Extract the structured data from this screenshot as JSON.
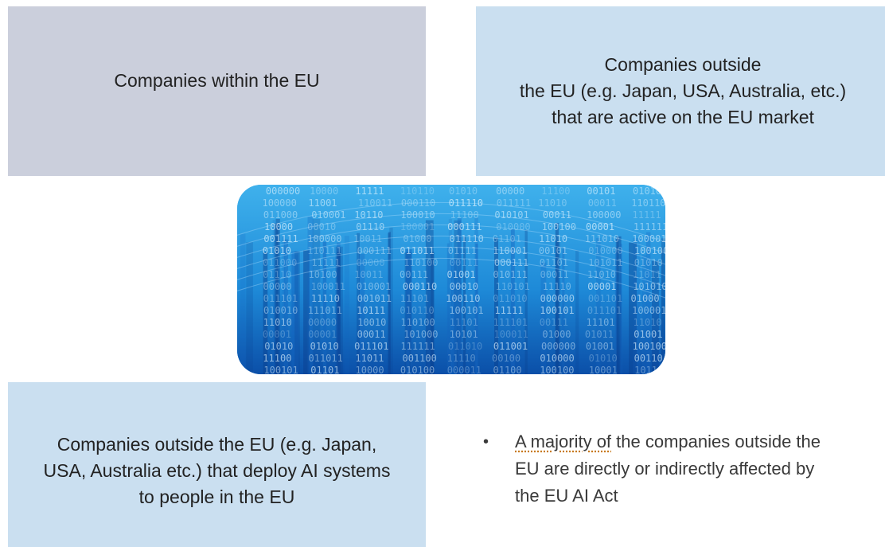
{
  "boxes": {
    "top_left": "Companies within the EU",
    "top_right": [
      "Companies outside",
      "the EU (e.g. Japan, USA, Australia, etc.)",
      "that are active on the EU market"
    ],
    "bottom_left": [
      "Companies outside the EU (e.g. Japan,",
      "USA, Australia etc.) that deploy AI systems",
      "to people in the EU"
    ]
  },
  "bullet": {
    "marker": "•",
    "lead": "A majority of",
    "line1_rest": " the companies outside the",
    "line2": "EU are directly or indirectly affected by",
    "line3": "the EU AI Act"
  },
  "image": {
    "description_icon": "binary-code-image",
    "colors": {
      "light": "#3fb1ec",
      "mid": "#1e8ad8",
      "dark": "#0b4fa8"
    }
  }
}
